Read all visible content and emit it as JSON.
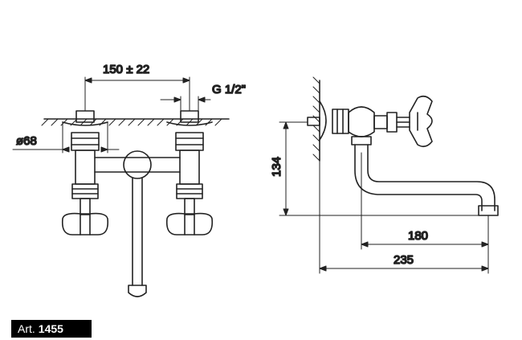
{
  "article": {
    "prefix": "Art.",
    "number": "1455"
  },
  "dimensions": {
    "spacing": "150 ± 22",
    "thread": "G 1/2\"",
    "diameter": "ø68",
    "height": "134",
    "spout_reach": "180",
    "overall_depth": "235"
  }
}
